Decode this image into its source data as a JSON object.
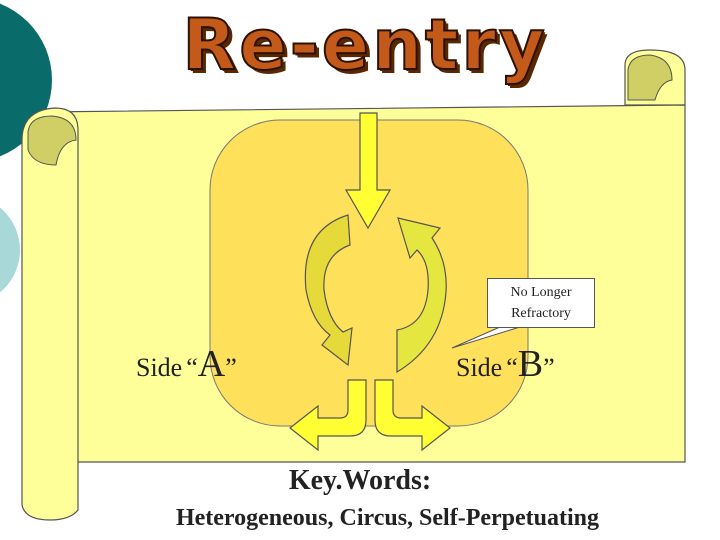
{
  "title": "Re-entry",
  "side_a": {
    "word": "Side",
    "open_quote": "“",
    "letter": "A",
    "close_quote": "”"
  },
  "side_b": {
    "word": "Side",
    "open_quote": "“",
    "letter": "B",
    "close_quote": "”"
  },
  "callout": {
    "line1": "No Longer",
    "line2": "Refractory"
  },
  "keywords": {
    "title": "Key.Words:",
    "list": "Heterogeneous, Circus, Self-Perpetuating"
  },
  "colors": {
    "scroll_fill": "#ffff99",
    "panel_fill": "#ffe05a",
    "arrow_fill": "#ffff33",
    "title_text": "#c45a1a",
    "circle_teal": "#0a6b6b",
    "circle_light": "#a8d8d8"
  }
}
